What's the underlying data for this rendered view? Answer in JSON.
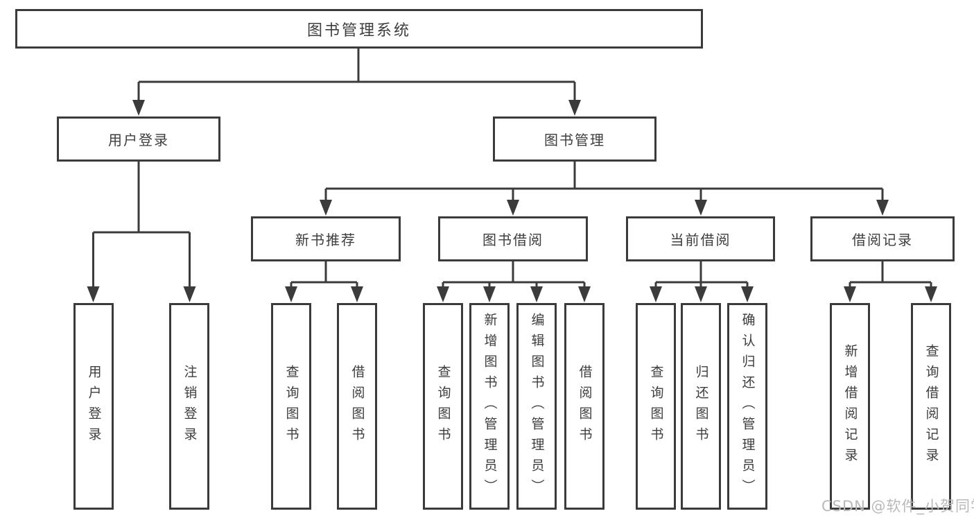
{
  "diagram_type": "hierarchy-tree",
  "colors": {
    "line": "#3b3b3b",
    "box_border": "#3b3b3b",
    "text": "#3d3d3d",
    "watermark": "#b9b9b9",
    "background": "#ffffff"
  },
  "tree": {
    "root": "图书管理系统",
    "level2": [
      {
        "label": "用户登录",
        "leaves": [
          "用户登录",
          "注销登录"
        ]
      },
      {
        "label": "图书管理",
        "groups": [
          {
            "label": "新书推荐",
            "leaves": [
              "查询图书",
              "借阅图书"
            ]
          },
          {
            "label": "图书借阅",
            "leaves": [
              "查询图书",
              "新增图书（管理员）",
              "编辑图书（管理员）",
              "借阅图书"
            ]
          },
          {
            "label": "当前借阅",
            "leaves": [
              "查询图书",
              "归还图书",
              "确认归还（管理员）"
            ]
          },
          {
            "label": "借阅记录",
            "leaves": [
              "新增借阅记录",
              "查询借阅记录"
            ]
          }
        ]
      }
    ]
  },
  "watermark": {
    "text": "CSDN @软件_小贺同学"
  }
}
